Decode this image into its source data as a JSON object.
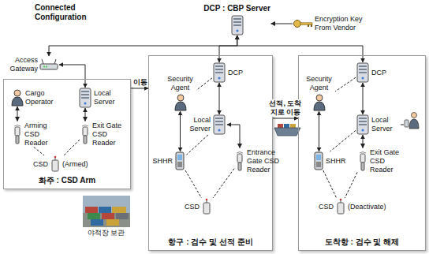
{
  "diagram": {
    "title": "Connected Configuration",
    "nodes": [
      {
        "text": [
          "DCP : CBP Server"
        ]
      },
      {
        "text": [
          "Encryption Key From Vendor"
        ]
      },
      {
        "text": [
          "Access Gateway"
        ]
      },
      {
        "text": [
          "화주 : CSD Arm"
        ]
      },
      {
        "text": [
          "Cargo Operator"
        ],
        "in": 3
      },
      {
        "text": [
          "Local Server"
        ],
        "in": 3
      },
      {
        "text": [
          "Arming CSD Reader"
        ],
        "in": 3
      },
      {
        "text": [
          "Exit Gate CSD Reader"
        ],
        "in": 3
      },
      {
        "text": [
          "CSD",
          "(Armed)"
        ],
        "in": 3
      },
      {
        "text": [
          "야적장 보관"
        ]
      },
      {
        "text": [
          "항구 : 검수 및 선적 준비"
        ]
      },
      {
        "text": [
          "DCP"
        ],
        "in": 10
      },
      {
        "text": [
          "Security Agent"
        ],
        "in": 10
      },
      {
        "text": [
          "Local Server"
        ],
        "in": 10
      },
      {
        "text": [
          "SHHR"
        ],
        "in": 10
      },
      {
        "text": [
          "Entrance Gate CSD Reader"
        ],
        "in": 10
      },
      {
        "text": [
          "CSD"
        ],
        "in": 10
      },
      {
        "text": [
          "도착항 : 검수 및 해제"
        ]
      },
      {
        "text": [
          "DCP"
        ],
        "in": 17
      },
      {
        "text": [
          "Security Agent"
        ],
        "in": 17
      },
      {
        "text": [
          "Local Server"
        ],
        "in": 17
      },
      {
        "text": [
          "SHHR"
        ],
        "in": 17
      },
      {
        "text": [
          "Exit Gate CSD Reader"
        ],
        "in": 17
      },
      {
        "text": [
          "CSD",
          "(Deactivate)"
        ],
        "in": 17
      }
    ],
    "edges": [
      {
        "from": 1,
        "to": 0,
        "arrow": "to"
      },
      {
        "from": 0,
        "to": 2,
        "arrow": "both"
      },
      {
        "from": 0,
        "to": 11,
        "arrow": "both"
      },
      {
        "from": 0,
        "to": 18,
        "arrow": "both"
      },
      {
        "from": 2,
        "to": 5,
        "arrow": "both"
      },
      {
        "from": 4,
        "to": 6,
        "arrow": "both"
      },
      {
        "from": 5,
        "to": 7,
        "arrow": "both"
      },
      {
        "from": 6,
        "to": 8,
        "arrow": "none"
      },
      {
        "from": 7,
        "to": 8,
        "arrow": "none"
      },
      {
        "from": 3,
        "to": 10,
        "label": "이동",
        "arrow": "to"
      },
      {
        "from": 10,
        "to": 17,
        "label": "선적, 도착지로 이동",
        "arrow": "to"
      },
      {
        "from": 11,
        "to": 12,
        "arrow": "none"
      },
      {
        "from": 11,
        "to": 13,
        "arrow": "both"
      },
      {
        "from": 12,
        "to": 14,
        "arrow": "both"
      },
      {
        "from": 13,
        "to": 14,
        "arrow": "none"
      },
      {
        "from": 13,
        "to": 15,
        "arrow": "both"
      },
      {
        "from": 14,
        "to": 16,
        "arrow": "none"
      },
      {
        "from": 15,
        "to": 16,
        "arrow": "none"
      },
      {
        "from": 18,
        "to": 19,
        "arrow": "none"
      },
      {
        "from": 18,
        "to": 20,
        "arrow": "both"
      },
      {
        "from": 19,
        "to": 21,
        "arrow": "both"
      },
      {
        "from": 20,
        "to": 21,
        "arrow": "none"
      },
      {
        "from": 20,
        "to": 22,
        "arrow": "both"
      },
      {
        "from": 21,
        "to": 23,
        "arrow": "none"
      },
      {
        "from": 22,
        "to": 23,
        "arrow": "none"
      }
    ]
  }
}
